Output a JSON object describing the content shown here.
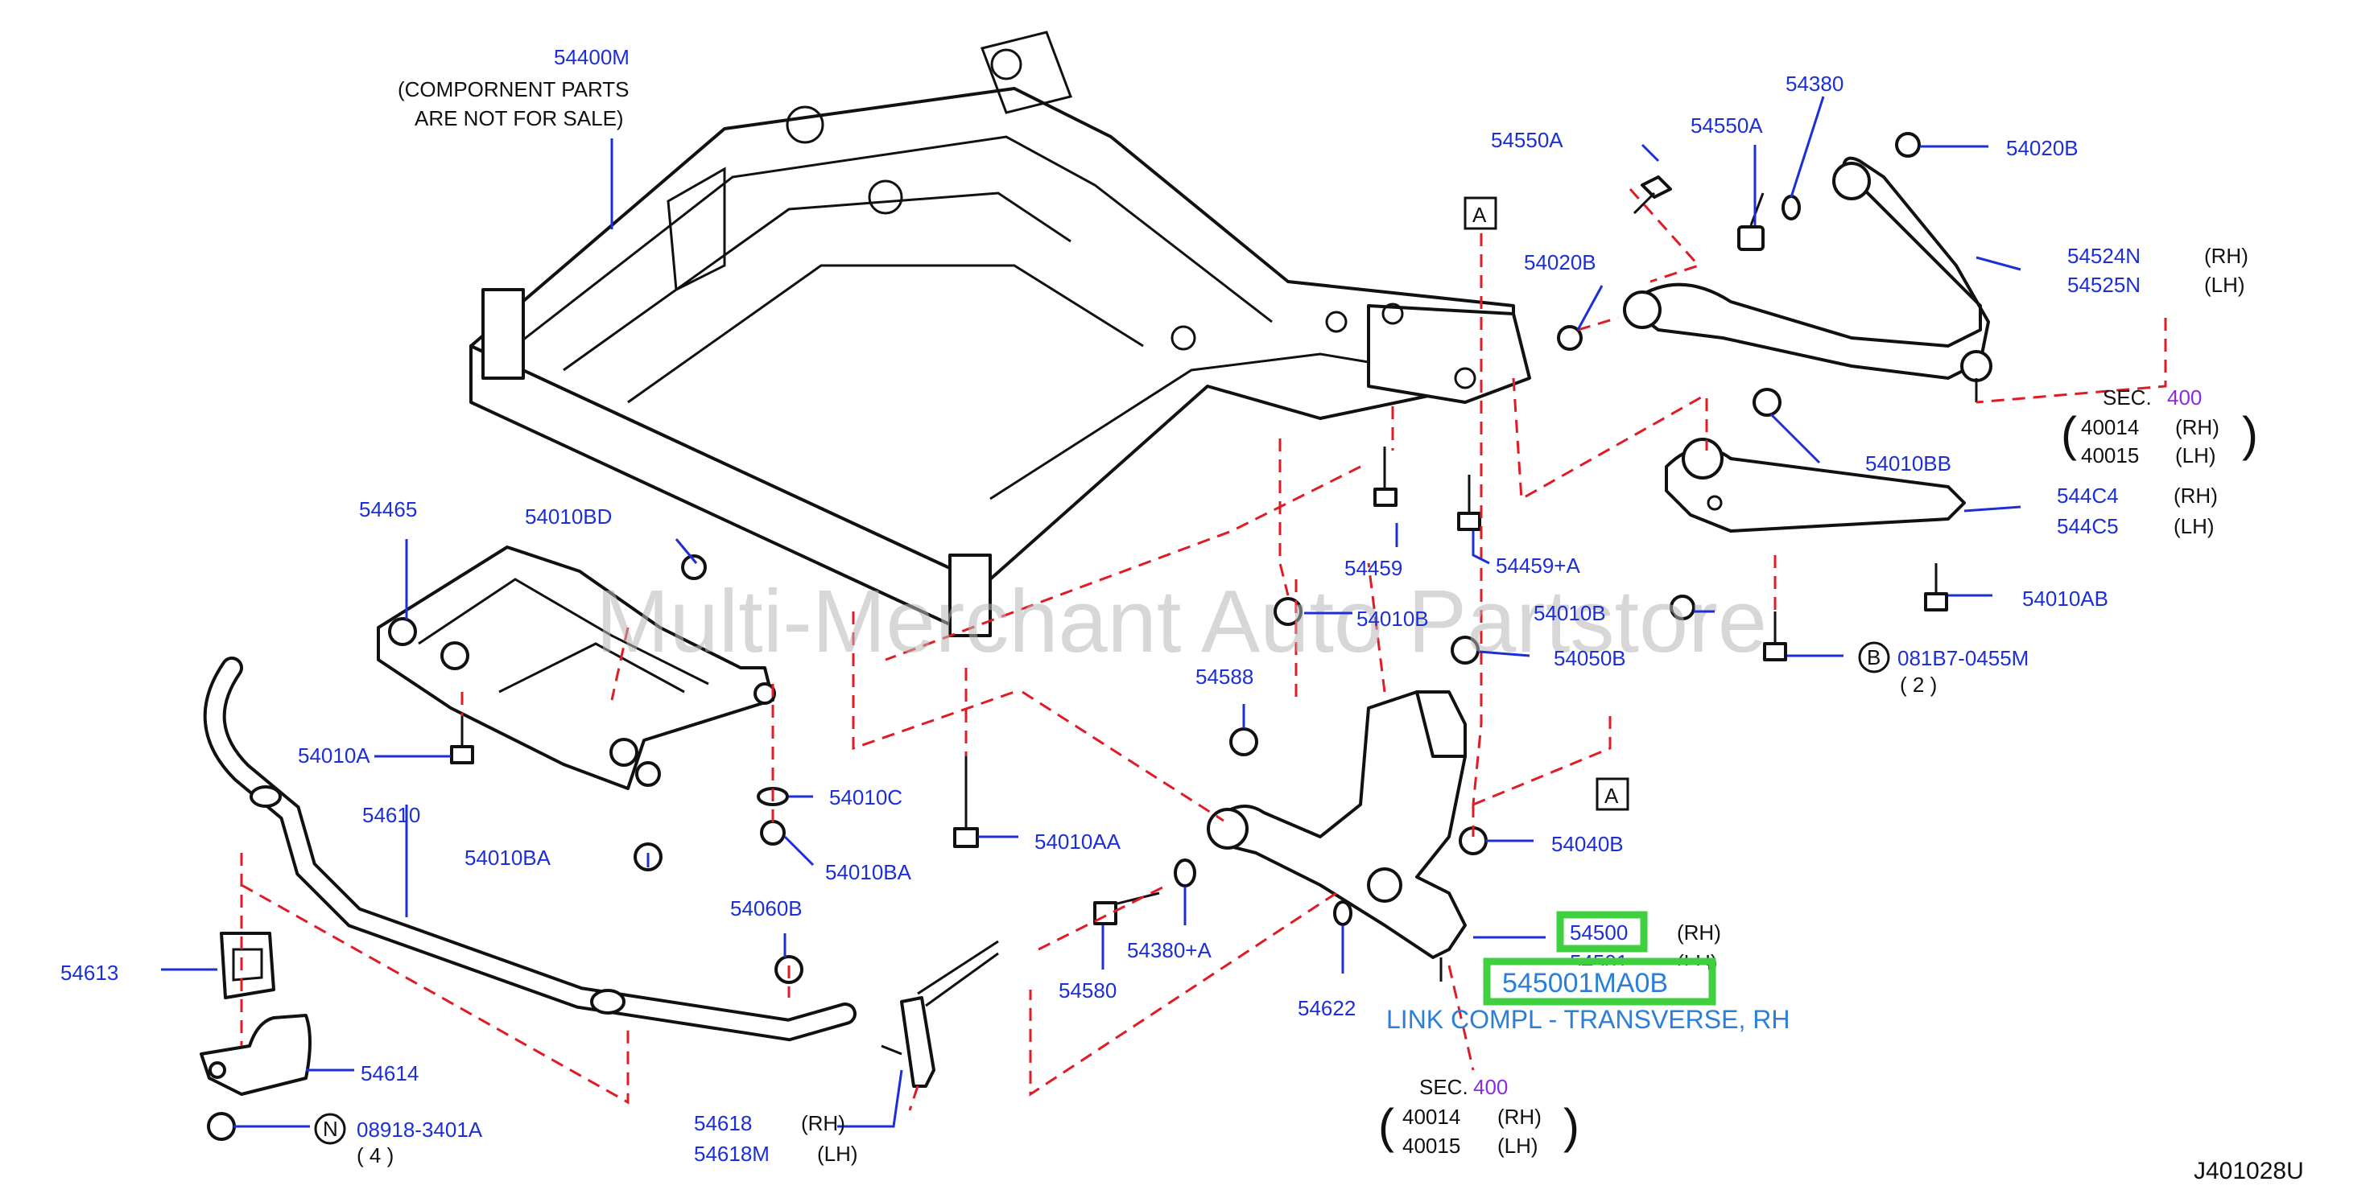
{
  "watermark": "Multi-Merchant Auto Partstore",
  "drawing_id": "J401028U",
  "ref_marks": {
    "a": "A",
    "b": "B",
    "n": "N"
  },
  "labels": {
    "p54400M": "54400M",
    "p54400M_note1": "(COMPORNENT  PARTS",
    "p54400M_note2": "ARE  NOT  FOR  SALE)",
    "p54550A_1": "54550A",
    "p54550A_2": "54550A",
    "p54380": "54380",
    "p54020B_1": "54020B",
    "p54020B_2": "54020B",
    "p54524N": "54524N",
    "p54525N": "54525N",
    "rh": "(RH)",
    "lh": "(LH)",
    "sec": "SEC.",
    "sec_num": "400",
    "p40014": "40014",
    "p40015": "40015",
    "p54010BB": "54010BB",
    "p544C4": "544C4",
    "p544C5": "544C5",
    "p54465": "54465",
    "p54010BD": "54010BD",
    "p54459": "54459",
    "p54459A": "54459+A",
    "p54010B_1": "54010B",
    "p54010B_2": "54010B",
    "p54010AB": "54010AB",
    "p081B7": "081B7-0455M",
    "qty2": "( 2 )",
    "p54050B": "54050B",
    "p54588": "54588",
    "p54010A": "54010A",
    "p54610": "54610",
    "p54010C": "54010C",
    "p54010BA_1": "54010BA",
    "p54010BA_2": "54010BA",
    "p54010AA": "54010AA",
    "p54040B": "54040B",
    "p54060B": "54060B",
    "p54380A": "54380+A",
    "p54580": "54580",
    "p54500": "54500",
    "p54501": "54501",
    "p54622": "54622",
    "p54613": "54613",
    "p54614": "54614",
    "p08918": "08918-3401A",
    "qty4": "( 4 )",
    "p54618": "54618",
    "p54618M": "54618M"
  },
  "highlight": {
    "part_number": "545001MA0B",
    "description": "LINK COMPL - TRANSVERSE, RH"
  },
  "colors": {
    "part_number_blue": "#1c2fd6",
    "leader_dash_red": "#e01b24",
    "section_purple": "#8a2be2",
    "highlight_green": "#3fcf3f",
    "callout_blue": "#2b7fd9"
  }
}
